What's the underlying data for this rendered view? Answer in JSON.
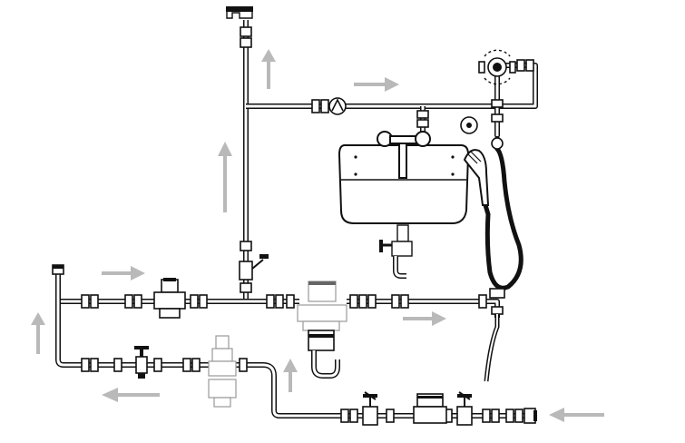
{
  "diagram": {
    "background": "#ffffff",
    "pipe_color": "#111111",
    "flow_arrow_color": "#b9b9b9",
    "fixtures": [
      "washbasin",
      "hand-shower",
      "thermostatic-mixer",
      "water-meter",
      "pressure-reducer",
      "water-heater-tap",
      "siphon-trap",
      "filter",
      "drain-tap"
    ]
  }
}
